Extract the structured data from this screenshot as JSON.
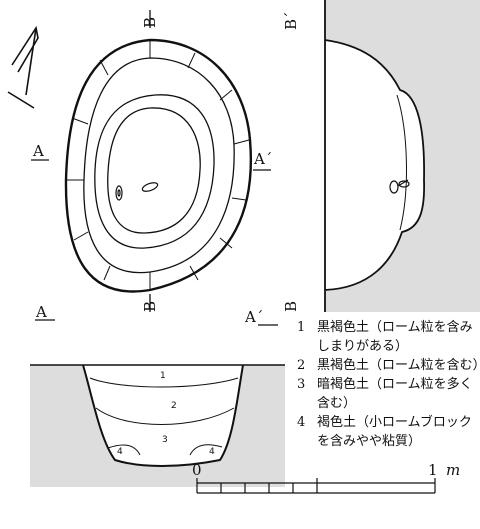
{
  "section_labels": {
    "a_left": "A",
    "a_right": "A´",
    "a_bottom_left": "A",
    "a_bottom_right": "A´",
    "b_top": "B",
    "b_bottom": "B",
    "b_profile_top": "B´",
    "b_profile_bottom": "B"
  },
  "layers": [
    {
      "num": "1",
      "text": "黒褐色土（ローム粒を含みしまりがある）"
    },
    {
      "num": "2",
      "text": "黒褐色土（ローム粒を含む）"
    },
    {
      "num": "3",
      "text": "暗褐色土（ローム粒を多く含む）"
    },
    {
      "num": "4",
      "text": "褐色土（小ロームブロックを含みやや粘質）"
    }
  ],
  "section_layer_numbers": [
    "1",
    "2",
    "3",
    "4",
    "4"
  ],
  "scale": {
    "start": "0",
    "end": "1",
    "unit": "m"
  },
  "colors": {
    "line": "#111111",
    "gray": "#dddddd"
  }
}
